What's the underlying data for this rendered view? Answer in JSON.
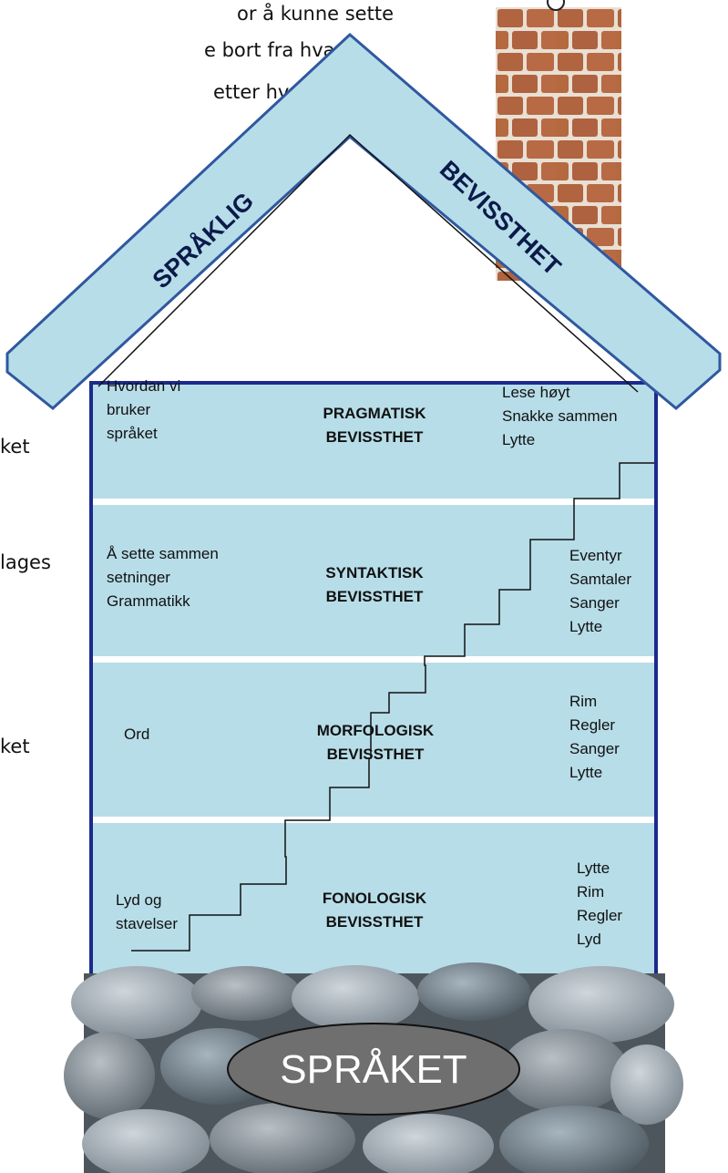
{
  "top_text": [
    "or å kunne sette",
    "e bort fra hva",
    "etter hvordan"
  ],
  "side_fragments": [
    "ket",
    "lages",
    "ket"
  ],
  "roof": {
    "left": "SPRÅKLIG",
    "right": "BEVISSTHET"
  },
  "floors": [
    {
      "title1": "PRAGMATISK",
      "title2": "BEVISSTHET",
      "left": [
        "Hvordan vi",
        "bruker",
        "språket"
      ],
      "right": [
        "Lese høyt",
        "Snakke sammen",
        "Lytte"
      ]
    },
    {
      "title1": "SYNTAKTISK",
      "title2": "BEVISSTHET",
      "left": [
        "Å sette sammen",
        "setninger",
        "Grammatikk"
      ],
      "right": [
        "Eventyr",
        "Samtaler",
        "Sanger",
        "Lytte"
      ]
    },
    {
      "title1": "MORFOLOGISK",
      "title2": "BEVISSTHET",
      "left": [
        "Ord"
      ],
      "right": [
        "Rim",
        "Regler",
        "Sanger",
        "Lytte"
      ]
    },
    {
      "title1": "FONOLOGISK",
      "title2": "BEVISSTHET",
      "left": [
        "Lyd og",
        "stavelser"
      ],
      "right": [
        "Lytte",
        "Rim",
        "Regler",
        "Lyd"
      ]
    }
  ],
  "foundation": {
    "label": "SPRÅKET"
  },
  "colors": {
    "wall": "#b7dde8",
    "frame": "#1b2a8c",
    "roof_edge": "#2f58a0"
  }
}
